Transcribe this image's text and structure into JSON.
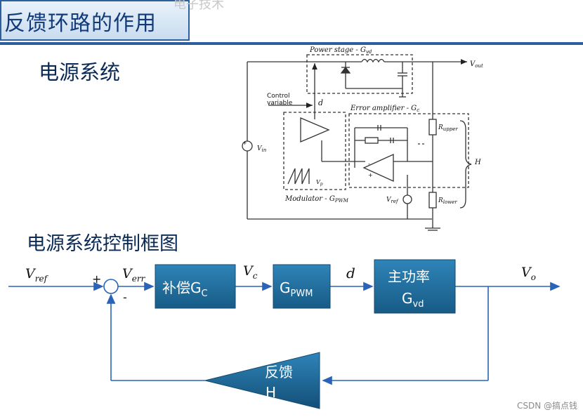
{
  "header": {
    "title": "反馈环路的作用",
    "faded_text": "电子技术"
  },
  "section1": {
    "title": "电源系统"
  },
  "section2": {
    "title": "电源系统控制框图"
  },
  "circuit": {
    "power_stage": "Power stage - G",
    "power_stage_sub": "vd",
    "vout": "V",
    "vout_sub": "out",
    "control_variable_1": "Control",
    "control_variable_2": "variable",
    "d": "d",
    "error_amp": "Error amplifier - G",
    "error_amp_sub": "c",
    "r_upper": "R",
    "r_upper_sub": "upper",
    "r_lower": "R",
    "r_lower_sub": "lower",
    "h": "H",
    "vin": "V",
    "vin_sub": "in",
    "vp": "V",
    "vp_sub": "p",
    "vref": "V",
    "vref_sub": "ref",
    "modulator": "Modulator - G",
    "modulator_sub": "PWM",
    "plus": "+",
    "minus": "-"
  },
  "block_diagram": {
    "vref": "V",
    "vref_sub": "ref",
    "verr": "V",
    "verr_sub": "err",
    "vc": "V",
    "vc_sub": "c",
    "d": "d",
    "vo": "V",
    "vo_sub": "o",
    "plus": "+",
    "minus": "-",
    "comp_label": "补偿G",
    "comp_sub": "C",
    "pwm_label": "G",
    "pwm_sub": "PWM",
    "plant_label_1": "主功率",
    "plant_label_2": "G",
    "plant_sub": "vd",
    "fb_label_1": "反馈",
    "fb_label_2": "H"
  },
  "colors": {
    "block": "#1f6a9a",
    "line": "#2a63b8",
    "title": "#123a78"
  },
  "watermark": "CSDN @搞点钱"
}
